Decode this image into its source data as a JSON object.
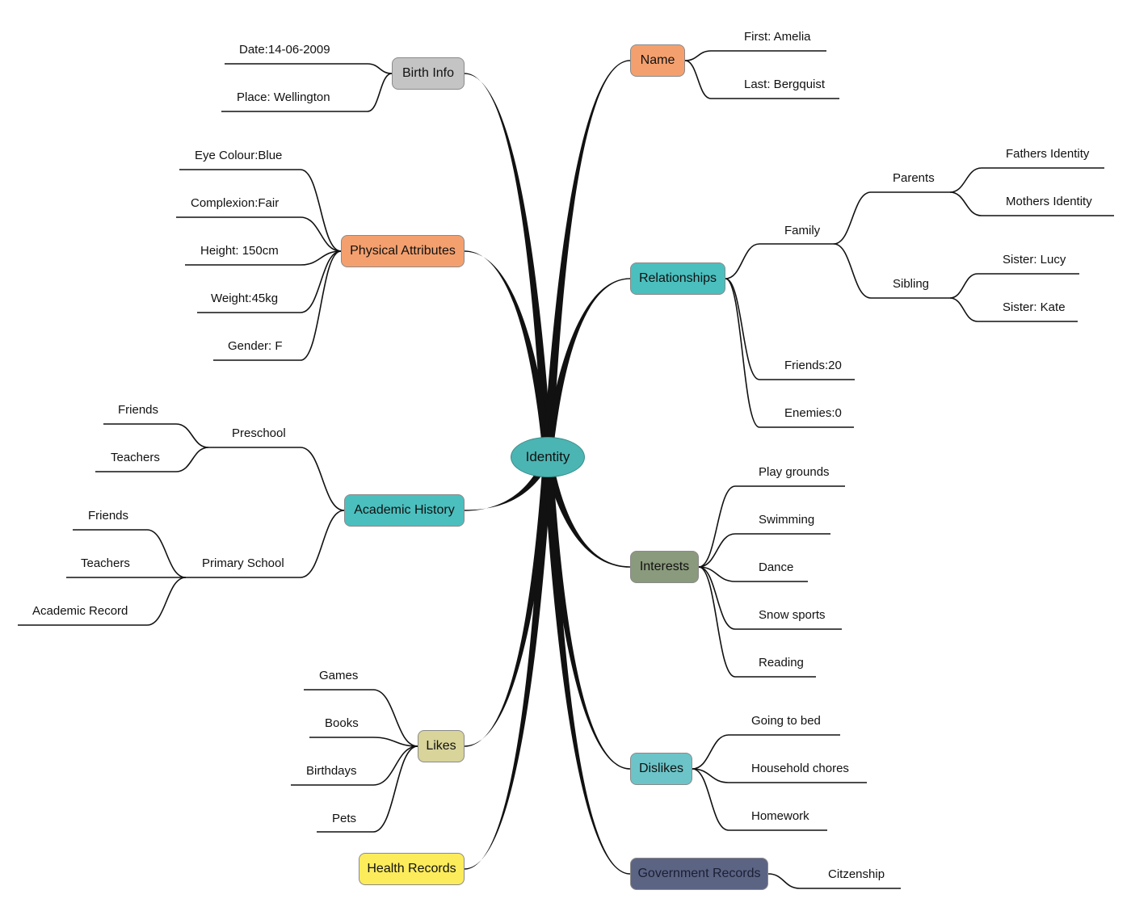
{
  "center": {
    "label": "Identity",
    "color": "#4bb5b3"
  },
  "branches": {
    "birth_info": {
      "label": "Birth Info",
      "color": "#c4c4c4",
      "items": [
        "Date:14-06-2009",
        "Place: Wellington"
      ]
    },
    "physical": {
      "label": "Physical Attributes",
      "color": "#f4a06e",
      "items": [
        "Eye Colour:Blue",
        "Complexion:Fair",
        "Height: 150cm",
        "Weight:45kg",
        "Gender: F"
      ]
    },
    "academic": {
      "label": "Academic History",
      "color": "#4bbfbe",
      "preschool": {
        "label": "Preschool",
        "items": [
          "Friends",
          "Teachers"
        ]
      },
      "primary": {
        "label": "Primary School",
        "items": [
          "Friends",
          "Teachers",
          "Academic Record"
        ]
      }
    },
    "likes": {
      "label": "Likes",
      "color": "#d8d49a",
      "items": [
        "Games",
        "Books",
        "Birthdays",
        "Pets"
      ]
    },
    "health": {
      "label": "Health Records",
      "color": "#fcec5c"
    },
    "name": {
      "label": "Name",
      "color": "#f4a06e",
      "items": [
        "First: Amelia",
        "Last: Bergquist"
      ]
    },
    "relationships": {
      "label": "Relationships",
      "color": "#4bbfbe",
      "family": {
        "label": "Family",
        "parents": {
          "label": "Parents",
          "items": [
            "Fathers Identity",
            "Mothers Identity"
          ]
        },
        "sibling": {
          "label": "Sibling",
          "items": [
            "Sister: Lucy",
            "Sister: Kate"
          ]
        }
      },
      "items": [
        "Friends:20",
        "Enemies:0"
      ]
    },
    "interests": {
      "label": "Interests",
      "color": "#8a9a7c",
      "items": [
        "Play grounds",
        "Swimming",
        "Dance",
        "Snow sports",
        "Reading"
      ]
    },
    "dislikes": {
      "label": "Dislikes",
      "color": "#6cc4c8",
      "items": [
        "Going to bed",
        "Household chores",
        "Homework"
      ]
    },
    "government": {
      "label": "Government Records",
      "color": "#5c6484",
      "items": [
        "Citzenship"
      ]
    }
  }
}
